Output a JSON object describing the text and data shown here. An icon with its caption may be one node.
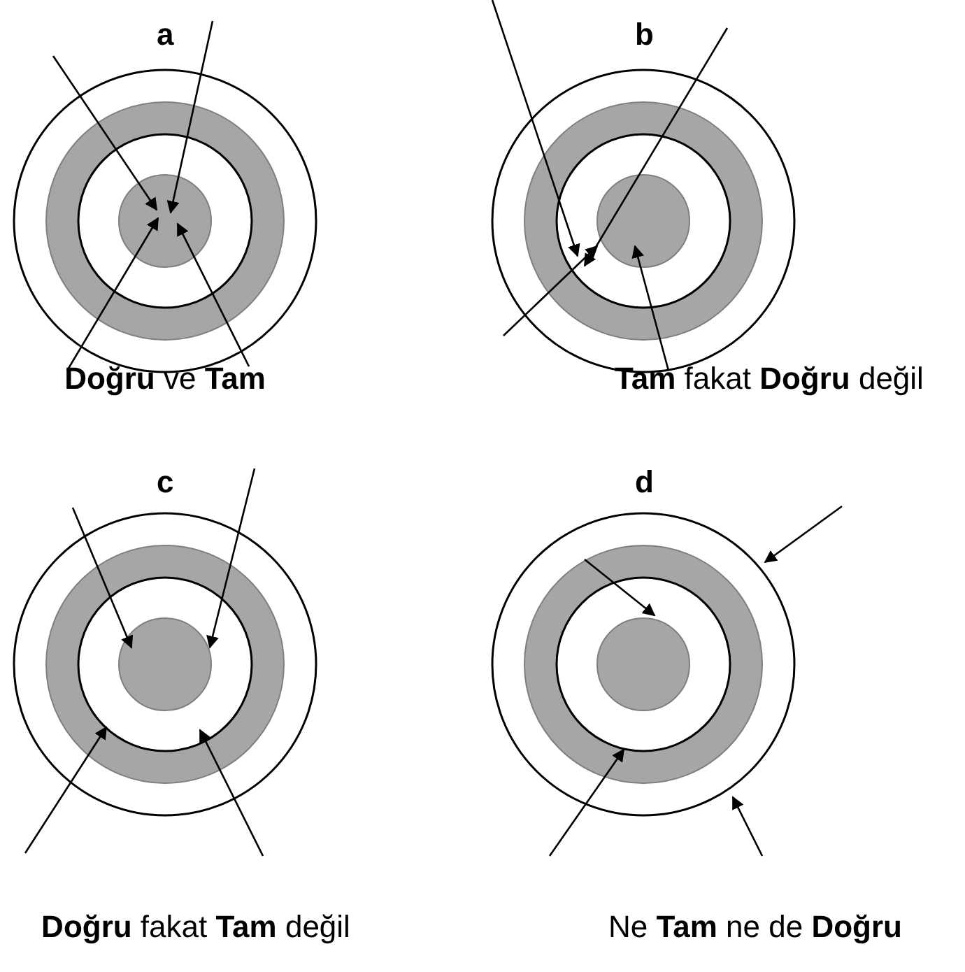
{
  "diagram": {
    "nodes": [
      {
        "text": [
          "a"
        ],
        "beside": [
          "**Doğru** ve **Tam**"
        ]
      },
      {
        "text": [
          "b"
        ],
        "beside": [
          "**Tam** fakat **Doğru** değil"
        ]
      },
      {
        "text": [
          "c"
        ],
        "beside": [
          "**Doğru** fakat **Tam** değil"
        ]
      },
      {
        "text": [
          "d"
        ],
        "beside": [
          "Ne **Tam** ne de **Doğru**"
        ]
      }
    ],
    "edges": [
      {
        "from": null,
        "to": 0,
        "arrow": "to"
      },
      {
        "from": null,
        "to": 0,
        "arrow": "to"
      },
      {
        "from": null,
        "to": 0,
        "arrow": "to"
      },
      {
        "from": null,
        "to": 0,
        "arrow": "to"
      },
      {
        "from": null,
        "to": 1,
        "arrow": "to"
      },
      {
        "from": null,
        "to": 1,
        "arrow": "to"
      },
      {
        "from": null,
        "to": 1,
        "arrow": "to"
      },
      {
        "from": null,
        "to": 1,
        "arrow": "to"
      },
      {
        "from": null,
        "to": 2,
        "arrow": "to"
      },
      {
        "from": null,
        "to": 2,
        "arrow": "to"
      },
      {
        "from": null,
        "to": 2,
        "arrow": "to"
      },
      {
        "from": null,
        "to": 2,
        "arrow": "to"
      },
      {
        "from": null,
        "to": 3,
        "arrow": "to"
      },
      {
        "from": null,
        "to": 3,
        "arrow": "to"
      },
      {
        "from": null,
        "to": 3,
        "arrow": "to"
      },
      {
        "from": null,
        "to": 3,
        "arrow": "to"
      }
    ]
  }
}
